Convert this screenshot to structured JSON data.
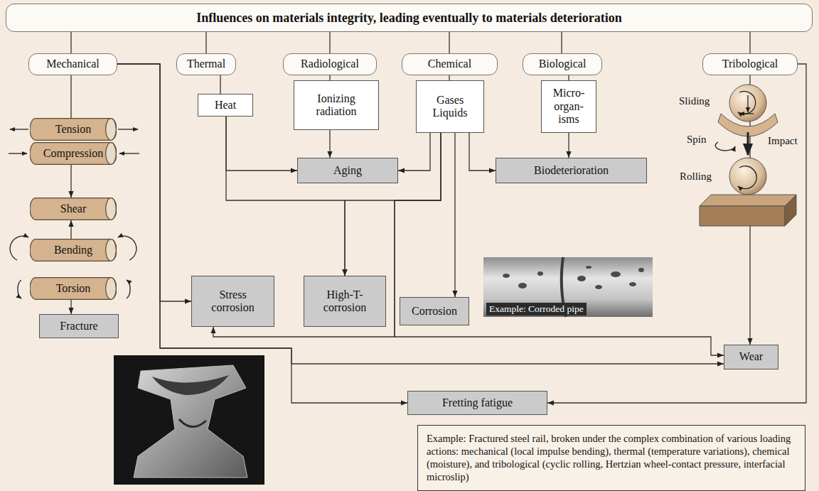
{
  "diagram": {
    "nodes": [
      {
        "text": [
          "Influences on materials integrity, leading eventually to materials deterioration"
        ]
      },
      {
        "text": [
          "Mechanical"
        ]
      },
      {
        "text": [
          "Thermal"
        ]
      },
      {
        "text": [
          "Radiological"
        ]
      },
      {
        "text": [
          "Chemical"
        ]
      },
      {
        "text": [
          "Biological"
        ]
      },
      {
        "text": [
          "Tribological"
        ]
      },
      {
        "text": [
          "Tension"
        ]
      },
      {
        "text": [
          "Compression"
        ]
      },
      {
        "text": [
          "Shear"
        ]
      },
      {
        "text": [
          "Bending"
        ]
      },
      {
        "text": [
          "Torsion"
        ]
      },
      {
        "text": [
          "Fracture"
        ]
      },
      {
        "text": [
          "Heat"
        ]
      },
      {
        "text": [
          "Ionizing radiation"
        ]
      },
      {
        "text": [
          "Gases Liquids"
        ]
      },
      {
        "text": [
          "Micro- organ- isms"
        ]
      },
      {
        "text": [
          "Aging"
        ]
      },
      {
        "text": [
          "Biodeterioration"
        ]
      },
      {
        "text": [
          "Stress corrosion"
        ]
      },
      {
        "text": [
          "High-T- corrosion"
        ]
      },
      {
        "text": [
          "Corrosion"
        ]
      },
      {
        "text": [
          "Wear"
        ]
      },
      {
        "text": [
          "Fretting fatigue"
        ]
      },
      {
        "text": [
          "Example: Fractured steel rail, broken under the complex combination of various loading actions: mechanical (local impulse bending), thermal (temperature variations), chemical (moisture), and tribological (cyclic rolling, Hertzian wheel-contact pressure, interfacial microslip)"
        ]
      }
    ],
    "edges": [
      {
        "from": 0,
        "to": 1,
        "arrow": "none"
      },
      {
        "from": 0,
        "to": 2,
        "arrow": "none"
      },
      {
        "from": 0,
        "to": 3,
        "arrow": "none"
      },
      {
        "from": 0,
        "to": 4,
        "arrow": "none"
      },
      {
        "from": 0,
        "to": 5,
        "arrow": "none"
      },
      {
        "from": 0,
        "to": 6,
        "arrow": "none"
      },
      {
        "from": 1,
        "to": 7,
        "arrow": "none"
      },
      {
        "from": 8,
        "to": 9,
        "arrow": "to"
      },
      {
        "from": 10,
        "to": 9,
        "arrow": "to"
      },
      {
        "from": 11,
        "to": 12,
        "arrow": "to"
      },
      {
        "from": 1,
        "to": 19,
        "arrow": "to"
      },
      {
        "from": 1,
        "to": 23,
        "arrow": "to"
      },
      {
        "from": 1,
        "to": 22,
        "arrow": "to"
      },
      {
        "from": 6,
        "to": 22,
        "arrow": "to"
      },
      {
        "from": 6,
        "to": 23,
        "arrow": "to"
      },
      {
        "from": 2,
        "to": 13,
        "arrow": "none"
      },
      {
        "from": 3,
        "to": 14,
        "arrow": "none"
      },
      {
        "from": 4,
        "to": 15,
        "arrow": "none"
      },
      {
        "from": 5,
        "to": 16,
        "arrow": "none"
      },
      {
        "from": 13,
        "to": 17,
        "arrow": "to"
      },
      {
        "from": 14,
        "to": 17,
        "arrow": "to"
      },
      {
        "from": 15,
        "to": 17,
        "arrow": "to"
      },
      {
        "from": 15,
        "to": 18,
        "arrow": "to"
      },
      {
        "from": 16,
        "to": 18,
        "arrow": "to"
      },
      {
        "from": 13,
        "to": 20,
        "arrow": "to"
      },
      {
        "from": 15,
        "to": 20,
        "arrow": "to"
      },
      {
        "from": 15,
        "to": 21,
        "arrow": "to"
      },
      {
        "from": 15,
        "to": 19,
        "arrow": "to"
      },
      {
        "from": 15,
        "to": 22,
        "arrow": "to"
      }
    ],
    "labels": [
      "Sliding",
      "Spin",
      "Impact",
      "Rolling",
      "Example: Corroded pipe"
    ]
  }
}
